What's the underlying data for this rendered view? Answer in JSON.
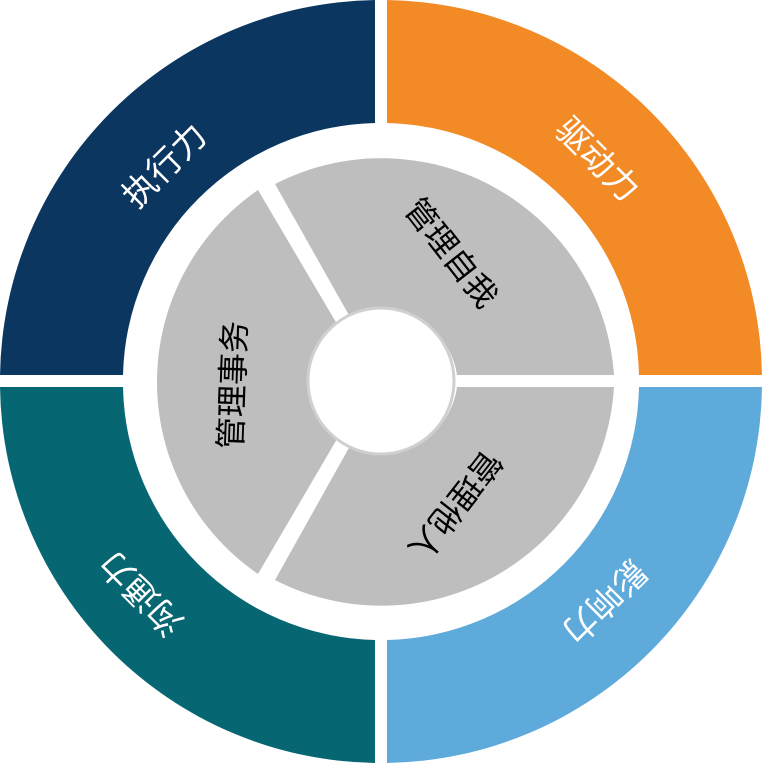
{
  "outer_ring": [
    {
      "id": "execution",
      "label": "执行力",
      "color": "#0b3660"
    },
    {
      "id": "drive",
      "label": "驱动力",
      "color": "#f28a26"
    },
    {
      "id": "influence",
      "label": "影响力",
      "color": "#5eaadb"
    },
    {
      "id": "communication",
      "label": "沟通力",
      "color": "#066672"
    }
  ],
  "inner_ring": [
    {
      "id": "manage-self",
      "label": "管理自我",
      "color": "#bebebe"
    },
    {
      "id": "manage-others",
      "label": "管理他人",
      "color": "#bebebe"
    },
    {
      "id": "manage-affairs",
      "label": "管理事务",
      "color": "#bebebe"
    }
  ],
  "center": {
    "color": "#ffffff",
    "border_color": "#d0d0d0"
  }
}
